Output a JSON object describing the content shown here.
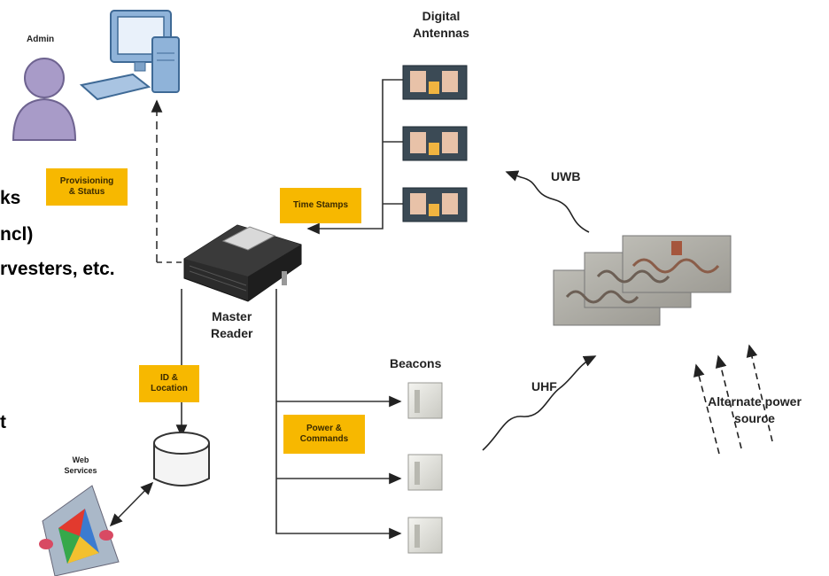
{
  "labels": {
    "admin": "Admin",
    "digital_antennas": "Digital\nAntennas",
    "uwb": "UWB",
    "master_reader": "Master\nReader",
    "beacons": "Beacons",
    "uhf": "UHF",
    "alternate_power": "Alternate power\nsource",
    "web_services": "Web\nServices"
  },
  "boxes": {
    "provisioning": "Provisioning\n& Status",
    "time_stamps": "Time Stamps",
    "id_location": "ID &\nLocation",
    "power_commands": "Power &\nCommands"
  },
  "clipped_text": {
    "line1": "ks",
    "line2": "ncl)",
    "line3": "rvesters, etc.",
    "line4": "t"
  },
  "colors": {
    "label_box": "#f7b800",
    "line": "#333333",
    "device_body": "#2b2b2b",
    "person": "#a89bc8",
    "computer": "#8fb3d9"
  }
}
